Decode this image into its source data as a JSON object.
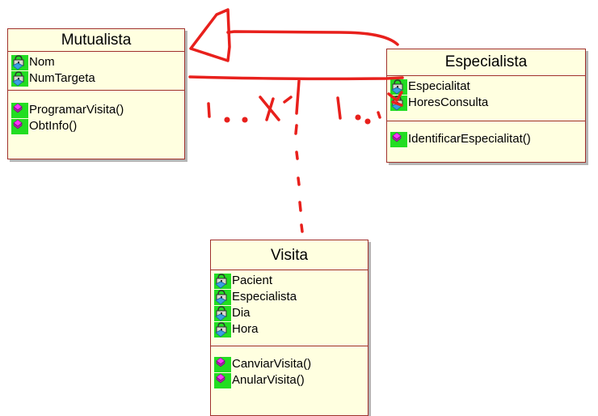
{
  "classes": {
    "mutualista": {
      "name": "Mutualista",
      "attributes": [
        "Nom",
        "NumTargeta"
      ],
      "operations": [
        "ProgramarVisita()",
        "ObtInfo()"
      ]
    },
    "especialista": {
      "name": "Especialista",
      "attributes": [
        "Especialitat",
        "HoresConsulta"
      ],
      "operations": [
        "IdentificarEspecialitat()"
      ]
    },
    "visita": {
      "name": "Visita",
      "attributes": [
        "Pacient",
        "Especialista",
        "Dia",
        "Hora"
      ],
      "operations": [
        "CanviarVisita()",
        "AnularVisita()"
      ]
    }
  },
  "icons": {
    "attribute": "lock-attribute-icon",
    "operation": "operation-method-icon"
  },
  "colors": {
    "class_fill": "#ffffe0",
    "class_border": "#a0302c",
    "icon_bg": "#22dd22",
    "annotation": "#e8201c"
  }
}
